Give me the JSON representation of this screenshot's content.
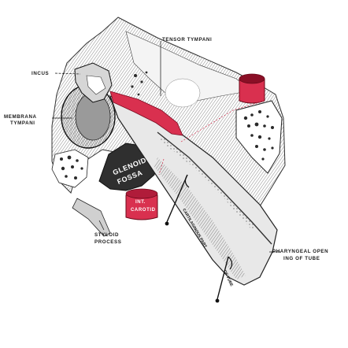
{
  "labels": {
    "tensor_tympani": "TENSOR TYMPANI",
    "incus": "INCUS",
    "membrana_tympani_1": "MEMBRANA",
    "membrana_tympani_2": "TYMPANI",
    "glenoid_1": "GLENOID",
    "glenoid_2": "FOSSA",
    "int_carotid_1": "INT.",
    "int_carotid_2": "CAROTID",
    "styloid_1": "STYLOID",
    "styloid_2": "PROCESS",
    "cartilaginous": "CARTILAGINOUS PART",
    "of_tube": "OF TUBE",
    "pharyngeal_1": "PHARYNGEAL OPEN",
    "pharyngeal_2": "ING OF TUBE"
  },
  "colors": {
    "vessel": "#d9304f",
    "vessel_dark": "#a3152f",
    "ink": "#2a2a2a"
  }
}
